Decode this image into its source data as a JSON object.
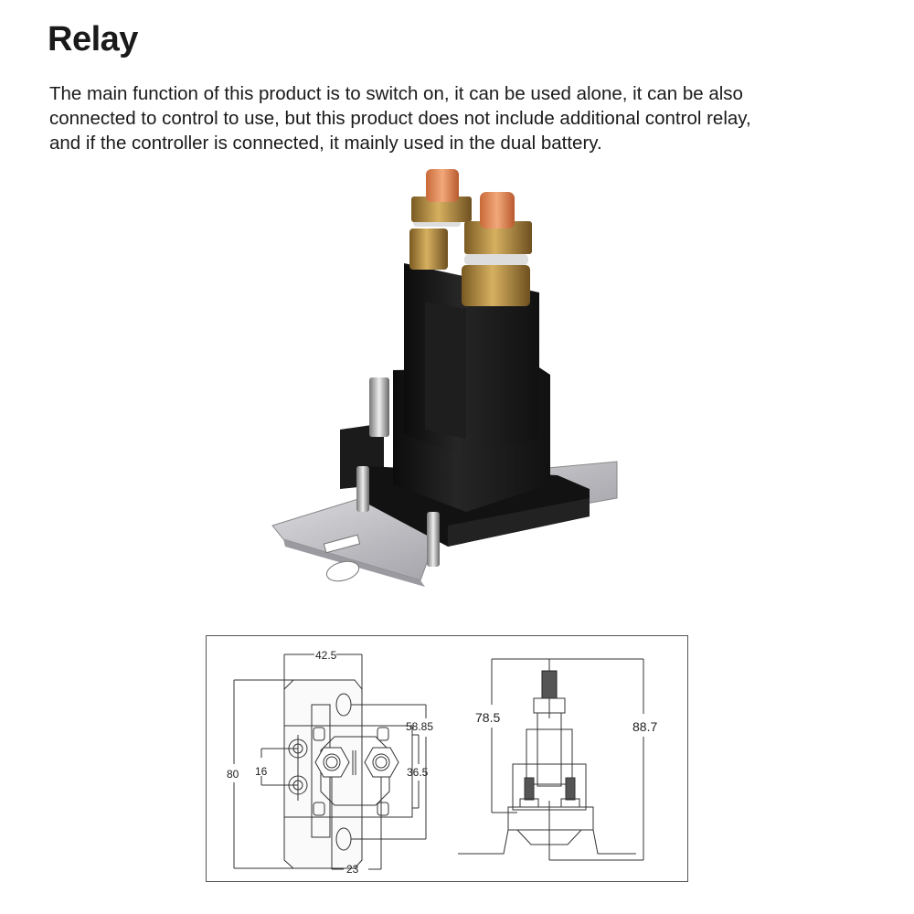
{
  "page": {
    "title": "Relay",
    "description_lines": [
      "The main function of this product is to switch on, it can be used alone, it can be also",
      "connected to control to use, but this product does not include additional control relay,",
      "and if the controller is connected, it mainly used in the dual battery."
    ]
  },
  "product_photo": {
    "subject": "dual-post relay/solenoid with copper studs, brass nuts, black housing and silver mounting bracket",
    "colors": {
      "housing": "#141414",
      "copper_stud": "#e0895a",
      "brass_nut": "#b08a3a",
      "bracket": "#c8c8cc"
    }
  },
  "dimension_diagram": {
    "top_view": {
      "width_label": "42.5",
      "height_label": "80",
      "small_terminal_spacing_label": "16",
      "mount_hole_spacing_label": "58.85",
      "body_height_label": "36.5",
      "main_terminal_spacing_label": "23"
    },
    "side_view": {
      "body_height_label": "78.5",
      "total_height_label": "88.7"
    }
  }
}
